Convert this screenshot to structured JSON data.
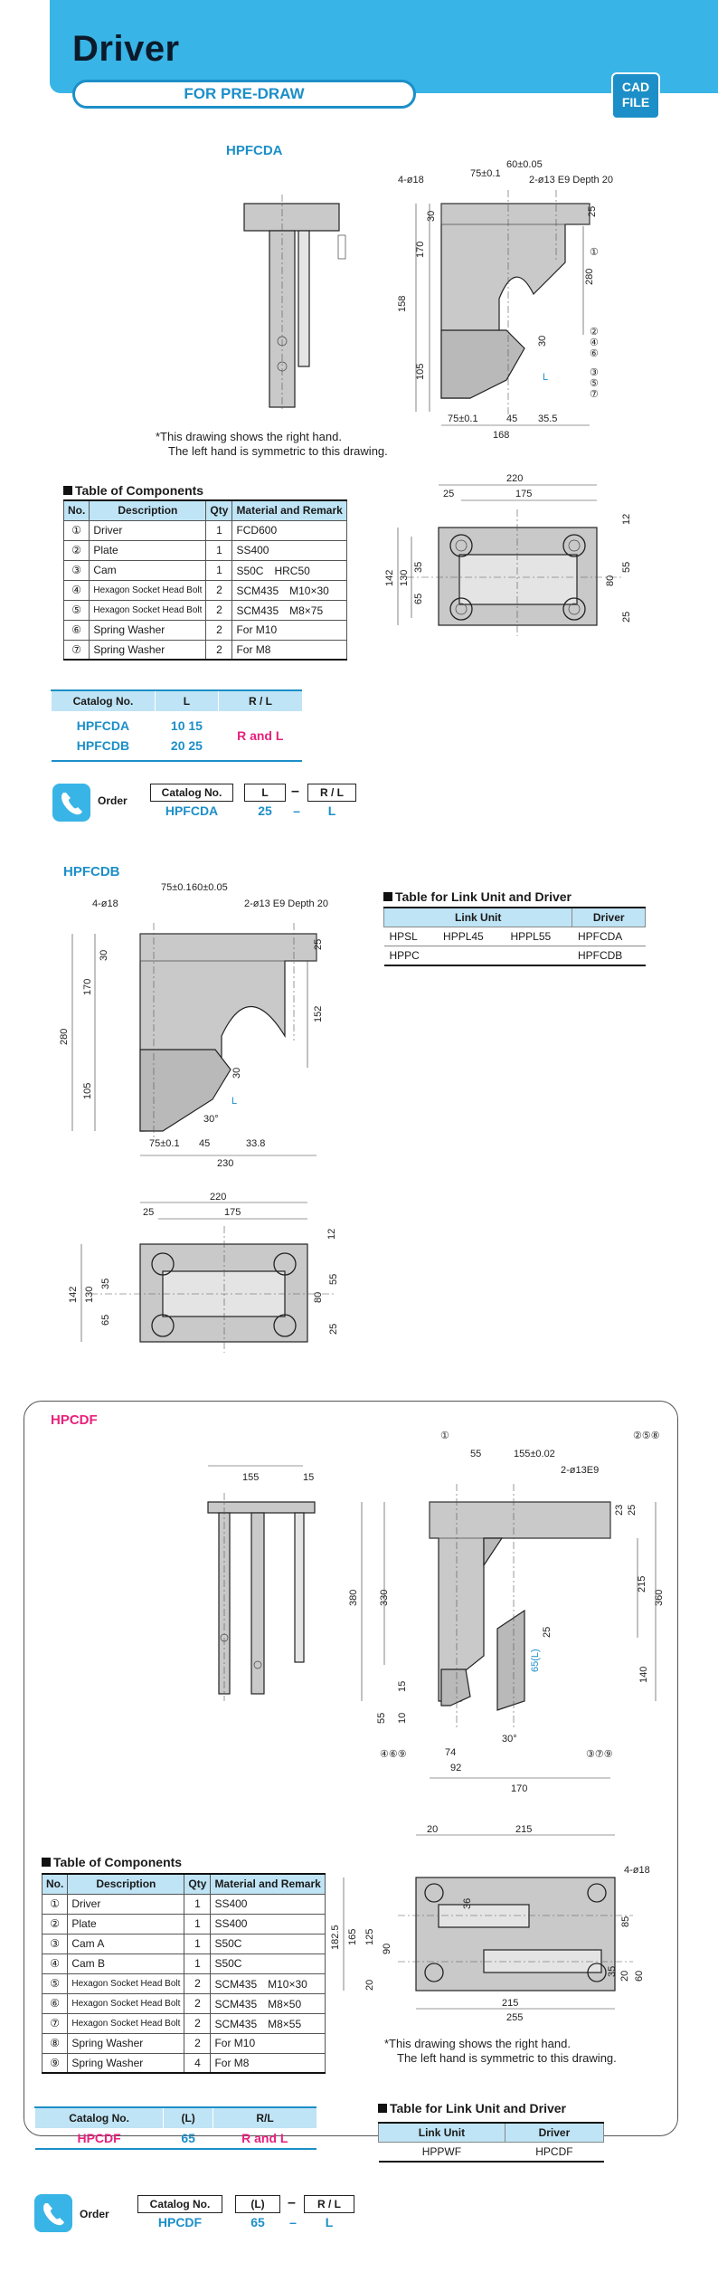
{
  "header": {
    "title": "Driver",
    "subtitle": "FOR PRE-DRAW",
    "cad_badge": [
      "CAD",
      "FILE"
    ]
  },
  "sections": {
    "hpfcda": {
      "label": "HPFCDA",
      "note_line1": "*This drawing shows the right hand.",
      "note_line2": "The left hand is symmetric to this drawing.",
      "dims_side": [
        "4-ø18",
        "75±0.1",
        "60±0.05",
        "2-ø13 E9 Depth 20",
        "30",
        "25",
        "170",
        "158",
        "280",
        "105",
        "30",
        "L",
        "75±0.1",
        "45",
        "35.5",
        "168"
      ],
      "dims_plan": [
        "220",
        "25",
        "175",
        "12",
        "142",
        "130",
        "35",
        "65",
        "80",
        "55",
        "25"
      ]
    },
    "hpfcdb": {
      "label": "HPFCDB",
      "dims_side": [
        "75±0.1",
        "60±0.05",
        "4-ø18",
        "2-ø13 E9 Depth 20",
        "30",
        "25",
        "170",
        "152",
        "280",
        "105",
        "30",
        "L",
        "30°",
        "75±0.1",
        "45",
        "33.8",
        "230"
      ],
      "dims_plan": [
        "220",
        "25",
        "175",
        "12",
        "142",
        "130",
        "35",
        "65",
        "80",
        "55",
        "25"
      ]
    },
    "hpcdf": {
      "label": "HPCDF",
      "note_line1": "*This drawing shows the right hand.",
      "note_line2": "The left hand is symmetric to this drawing.",
      "dims_side": [
        "155",
        "15",
        "55",
        "155±0.02",
        "2-ø13E9",
        "23",
        "25",
        "215",
        "330",
        "380",
        "360",
        "65(L)",
        "25",
        "140",
        "15",
        "10",
        "55",
        "30°",
        "74",
        "92",
        "170"
      ],
      "dims_plan": [
        "20",
        "215",
        "4-ø18",
        "182.5",
        "165",
        "125",
        "90",
        "20",
        "36",
        "85",
        "35",
        "20",
        "60",
        "215",
        "255"
      ],
      "callouts": [
        "①",
        "②⑤⑧",
        "③⑦⑨",
        "④⑥⑨"
      ]
    }
  },
  "components_table_1": {
    "title": "Table of Components",
    "headers": [
      "No.",
      "Description",
      "Qty",
      "Material and Remark"
    ],
    "rows": [
      [
        "①",
        "Driver",
        "1",
        "FCD600"
      ],
      [
        "②",
        "Plate",
        "1",
        "SS400"
      ],
      [
        "③",
        "Cam",
        "1",
        "S50C　HRC50"
      ],
      [
        "④",
        "Hexagon Socket Head Bolt",
        "2",
        "SCM435　M10×30"
      ],
      [
        "⑤",
        "Hexagon Socket Head Bolt",
        "2",
        "SCM435　M8×75"
      ],
      [
        "⑥",
        "Spring Washer",
        "2",
        "For M10"
      ],
      [
        "⑦",
        "Spring Washer",
        "2",
        "For M8"
      ]
    ]
  },
  "catalog_table_1": {
    "headers": [
      "Catalog No.",
      "L",
      "R / L"
    ],
    "rows": [
      [
        "HPFCDA",
        "10  15",
        "R and L"
      ],
      [
        "HPFCDB",
        "20  25",
        ""
      ]
    ]
  },
  "order_1": {
    "label": "Order",
    "boxes": [
      "Catalog No.",
      "L",
      "R / L"
    ],
    "values": [
      "HPFCDA",
      "25",
      "L"
    ],
    "dash": "–"
  },
  "link_table_1": {
    "title": "Table for Link Unit and Driver",
    "headers": [
      "Link Unit",
      "Driver"
    ],
    "rows": [
      [
        "HPSL",
        "HPPL45",
        "HPPL55",
        "HPFCDA"
      ],
      [
        "HPPC",
        "",
        "",
        "HPFCDB"
      ]
    ]
  },
  "components_table_2": {
    "title": "Table of Components",
    "headers": [
      "No.",
      "Description",
      "Qty",
      "Material and Remark"
    ],
    "rows": [
      [
        "①",
        "Driver",
        "1",
        "SS400"
      ],
      [
        "②",
        "Plate",
        "1",
        "SS400"
      ],
      [
        "③",
        "Cam A",
        "1",
        "S50C"
      ],
      [
        "④",
        "Cam B",
        "1",
        "S50C"
      ],
      [
        "⑤",
        "Hexagon Socket Head Bolt",
        "2",
        "SCM435　M10×30"
      ],
      [
        "⑥",
        "Hexagon Socket Head Bolt",
        "2",
        "SCM435　M8×50"
      ],
      [
        "⑦",
        "Hexagon Socket Head Bolt",
        "2",
        "SCM435　M8×55"
      ],
      [
        "⑧",
        "Spring Washer",
        "2",
        "For M10"
      ],
      [
        "⑨",
        "Spring Washer",
        "4",
        "For M8"
      ]
    ]
  },
  "catalog_table_2": {
    "headers": [
      "Catalog No.",
      "(L)",
      "R/L"
    ],
    "rows": [
      [
        "HPCDF",
        "65",
        "R and L"
      ]
    ]
  },
  "order_2": {
    "label": "Order",
    "boxes": [
      "Catalog No.",
      "(L)",
      "R / L"
    ],
    "values": [
      "HPCDF",
      "65",
      "L"
    ],
    "dash": "–"
  },
  "link_table_2": {
    "title": "Table for Link Unit and Driver",
    "headers": [
      "Link Unit",
      "Driver"
    ],
    "rows": [
      [
        "HPPWF",
        "HPCDF"
      ]
    ]
  },
  "colors": {
    "accent": "#39b4e6",
    "accent_dark": "#1c8fc8",
    "pink": "#e8217c",
    "header_fill": "#bfe4f5"
  }
}
